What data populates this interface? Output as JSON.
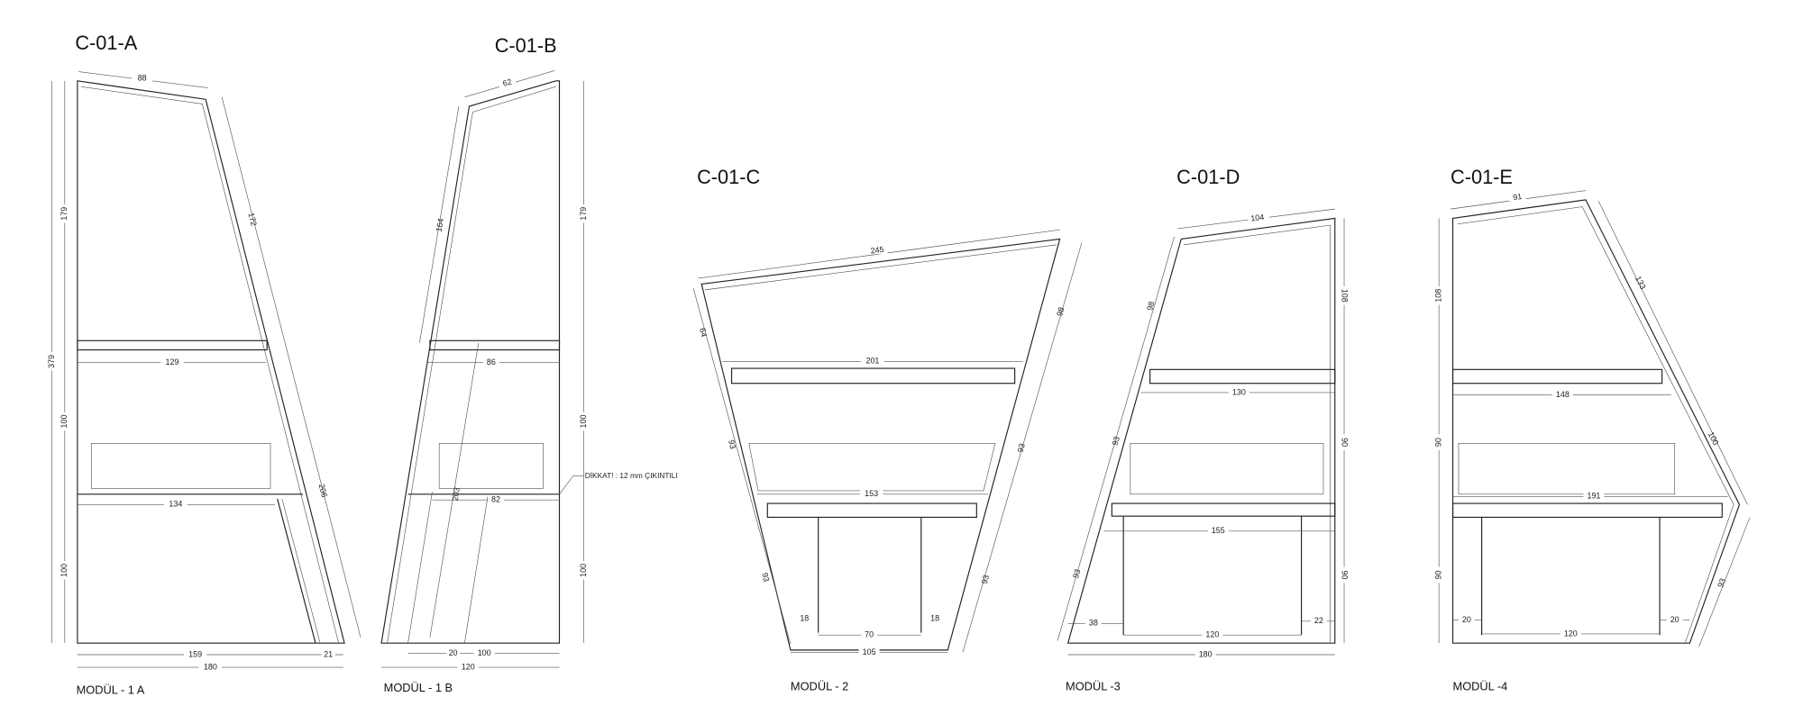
{
  "modules": {
    "a": {
      "title": "C-01-A",
      "label": "MODÜL - 1 A",
      "dims": {
        "top": "88",
        "slant_upper": "172",
        "slant_full": "206",
        "total_height": "379",
        "h_upper": "179",
        "h_mid": "100",
        "h_lower": "100",
        "shelf_width": "129",
        "counter_width": "134",
        "base_inner": "159",
        "base_offset": "21",
        "base_total": "180"
      }
    },
    "b": {
      "title": "C-01-B",
      "label": "MODÜL - 1 B",
      "note": "DİKKAT! : 12 mm ÇIKINTILI",
      "dims": {
        "top": "62",
        "slant_upper": "164",
        "diag": "203",
        "h_upper": "179",
        "h_mid": "100",
        "h_lower": "100",
        "shelf_width": "86",
        "counter_width": "82",
        "base_gap": "20",
        "base_right": "100",
        "base_total": "120"
      }
    },
    "c": {
      "title": "C-01-C",
      "label": "MODÜL - 2",
      "dims": {
        "top": "245",
        "left_top": "64",
        "left_mid": "93",
        "left_low": "93",
        "right_top": "98",
        "right_mid": "93",
        "right_low": "93",
        "shelf_width": "201",
        "counter_width": "153",
        "leg_left": "18",
        "leg_right": "18",
        "leg_span": "70",
        "base": "105"
      }
    },
    "d": {
      "title": "C-01-D",
      "label": "MODÜL -3",
      "dims": {
        "top": "104",
        "left_top": "98",
        "left_mid": "93",
        "left_low": "93",
        "h_upper": "108",
        "h_mid": "90",
        "h_lower": "90",
        "shelf_width": "130",
        "counter_width": "155",
        "leg_left": "38",
        "leg_right": "22",
        "leg_span": "120",
        "base": "180"
      }
    },
    "e": {
      "title": "C-01-E",
      "label": "MODÜL -4",
      "dims": {
        "top": "91",
        "right_top": "133",
        "right_mid": "100",
        "right_low": "93",
        "h_upper": "108",
        "h_mid": "90",
        "h_lower": "90",
        "shelf_width": "148",
        "counter_width": "191",
        "leg_left": "20",
        "leg_right": "20",
        "leg_span": "120"
      }
    }
  }
}
